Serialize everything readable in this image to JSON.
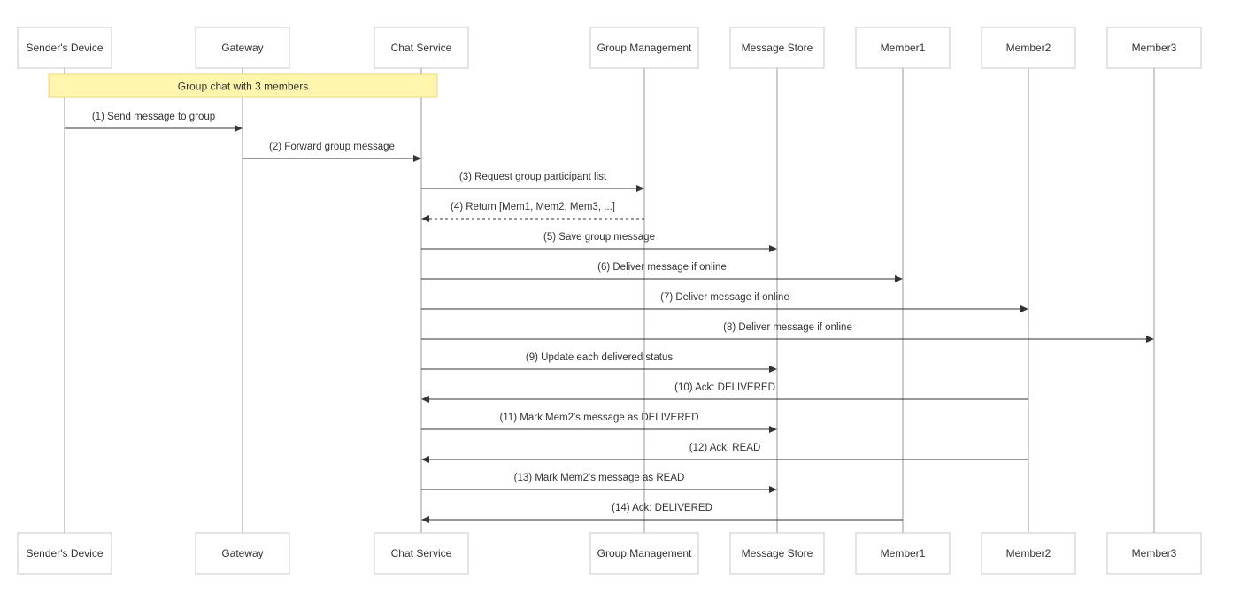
{
  "diagram": {
    "type": "sequence",
    "participants": [
      {
        "id": "sender",
        "label": "Sender's Device"
      },
      {
        "id": "gateway",
        "label": "Gateway"
      },
      {
        "id": "chat",
        "label": "Chat Service"
      },
      {
        "id": "group",
        "label": "Group Management"
      },
      {
        "id": "store",
        "label": "Message Store"
      },
      {
        "id": "m1",
        "label": "Member1"
      },
      {
        "id": "m2",
        "label": "Member2"
      },
      {
        "id": "m3",
        "label": "Member3"
      }
    ],
    "note": {
      "text": "Group chat with 3 members",
      "from": "sender",
      "to": "chat"
    },
    "messages": [
      {
        "from": "sender",
        "to": "gateway",
        "label": "(1) Send message to group",
        "style": "solid"
      },
      {
        "from": "gateway",
        "to": "chat",
        "label": "(2) Forward group message",
        "style": "solid"
      },
      {
        "from": "chat",
        "to": "group",
        "label": "(3) Request group participant list",
        "style": "solid"
      },
      {
        "from": "group",
        "to": "chat",
        "label": "(4) Return [Mem1, Mem2, Mem3, ...]",
        "style": "dashed"
      },
      {
        "from": "chat",
        "to": "store",
        "label": "(5) Save group message",
        "style": "solid"
      },
      {
        "from": "chat",
        "to": "m1",
        "label": "(6) Deliver message if online",
        "style": "solid"
      },
      {
        "from": "chat",
        "to": "m2",
        "label": "(7) Deliver message if online",
        "style": "solid"
      },
      {
        "from": "chat",
        "to": "m3",
        "label": "(8) Deliver message if online",
        "style": "solid"
      },
      {
        "from": "chat",
        "to": "store",
        "label": "(9) Update each delivered status",
        "style": "solid"
      },
      {
        "from": "m2",
        "to": "chat",
        "label": "(10) Ack: DELIVERED",
        "style": "solid"
      },
      {
        "from": "chat",
        "to": "store",
        "label": "(11) Mark Mem2's message as DELIVERED",
        "style": "solid"
      },
      {
        "from": "m2",
        "to": "chat",
        "label": "(12) Ack: READ",
        "style": "solid"
      },
      {
        "from": "chat",
        "to": "store",
        "label": "(13) Mark Mem2's message as READ",
        "style": "solid"
      },
      {
        "from": "m1",
        "to": "chat",
        "label": "(14) Ack: DELIVERED",
        "style": "solid"
      }
    ]
  }
}
